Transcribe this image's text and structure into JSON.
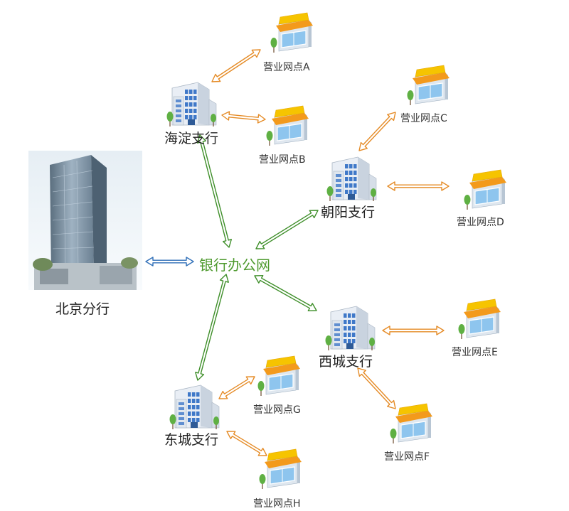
{
  "head_office": {
    "label": "北京分行"
  },
  "hub": {
    "label": "银行办公网"
  },
  "branches": [
    {
      "id": "haidian",
      "label": "海淀支行"
    },
    {
      "id": "chaoyang",
      "label": "朝阳支行"
    },
    {
      "id": "xicheng",
      "label": "西城支行"
    },
    {
      "id": "dongcheng",
      "label": "东城支行"
    }
  ],
  "outlets": [
    {
      "id": "A",
      "label": "营业网点A"
    },
    {
      "id": "B",
      "label": "营业网点B"
    },
    {
      "id": "C",
      "label": "营业网点C"
    },
    {
      "id": "D",
      "label": "营业网点D"
    },
    {
      "id": "E",
      "label": "营业网点E"
    },
    {
      "id": "F",
      "label": "营业网点F"
    },
    {
      "id": "G",
      "label": "营业网点G"
    },
    {
      "id": "H",
      "label": "营业网点H"
    }
  ],
  "connections": [
    {
      "from": "北京分行",
      "to": "银行办公网"
    },
    {
      "from": "银行办公网",
      "to": "海淀支行"
    },
    {
      "from": "银行办公网",
      "to": "朝阳支行"
    },
    {
      "from": "银行办公网",
      "to": "西城支行"
    },
    {
      "from": "银行办公网",
      "to": "东城支行"
    },
    {
      "from": "海淀支行",
      "to": "营业网点A"
    },
    {
      "from": "海淀支行",
      "to": "营业网点B"
    },
    {
      "from": "朝阳支行",
      "to": "营业网点C"
    },
    {
      "from": "朝阳支行",
      "to": "营业网点D"
    },
    {
      "from": "西城支行",
      "to": "营业网点E"
    },
    {
      "from": "西城支行",
      "to": "营业网点F"
    },
    {
      "from": "东城支行",
      "to": "营业网点G"
    },
    {
      "from": "东城支行",
      "to": "营业网点H"
    }
  ],
  "colors": {
    "hub_text": "#4e9a2e",
    "hub_link": "#3f8f2a",
    "hq_link": "#2f6fb8",
    "outlet_link": "#e58b26",
    "shop_awning": "#f39a1c",
    "shop_roof": "#f6c400",
    "building_wall": "#e9eef5",
    "building_window": "#3f78c8"
  }
}
